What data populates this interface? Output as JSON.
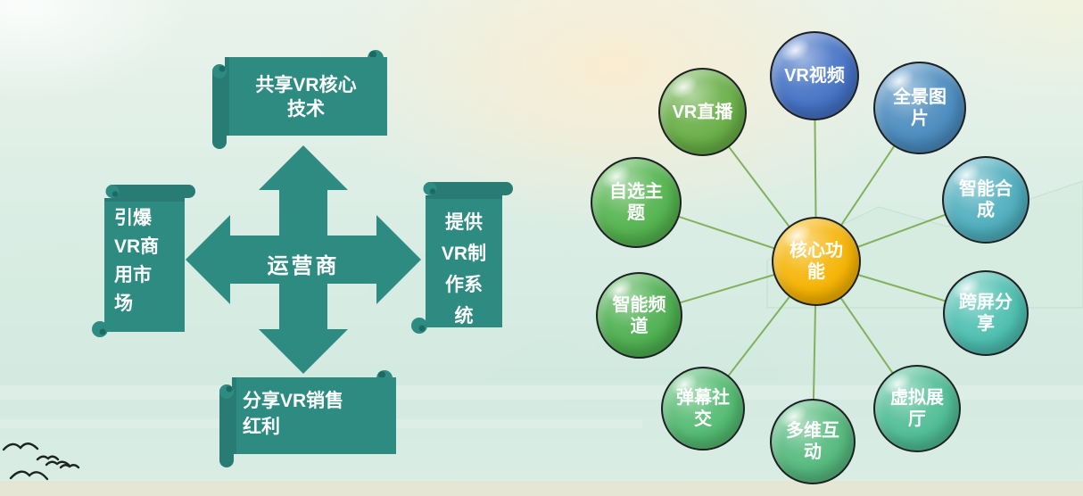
{
  "left_diagram": {
    "scroll_color": "#2D8B81",
    "center_label": "运营商",
    "top_scroll": "共享VR核心\n技术",
    "left_scroll": "引爆\nVR商\n用市\n场",
    "right_scroll": "提供\nVR制\n作系\n统",
    "bottom_scroll": "分享VR销售\n红利"
  },
  "hub_diagram": {
    "connector_color": "#82B15C",
    "center": {
      "label": "核心功\n能",
      "color": "#F5B303"
    },
    "items": [
      {
        "label": "VR视频",
        "color": "#4472C4"
      },
      {
        "label": "全景图\n片",
        "color": "#4A8BBE"
      },
      {
        "label": "智能合\n成",
        "color": "#4FAEBD"
      },
      {
        "label": "跨屏分\n享",
        "color": "#4DBFB0"
      },
      {
        "label": "虚拟展\n厅",
        "color": "#4FBD96"
      },
      {
        "label": "多维互\n动",
        "color": "#55B97D"
      },
      {
        "label": "弹幕社\n交",
        "color": "#53BA70"
      },
      {
        "label": "智能频\n道",
        "color": "#4DAF50"
      },
      {
        "label": "自选主\n题",
        "color": "#53B34E"
      },
      {
        "label": "VR直播",
        "color": "#68AE46"
      }
    ]
  }
}
